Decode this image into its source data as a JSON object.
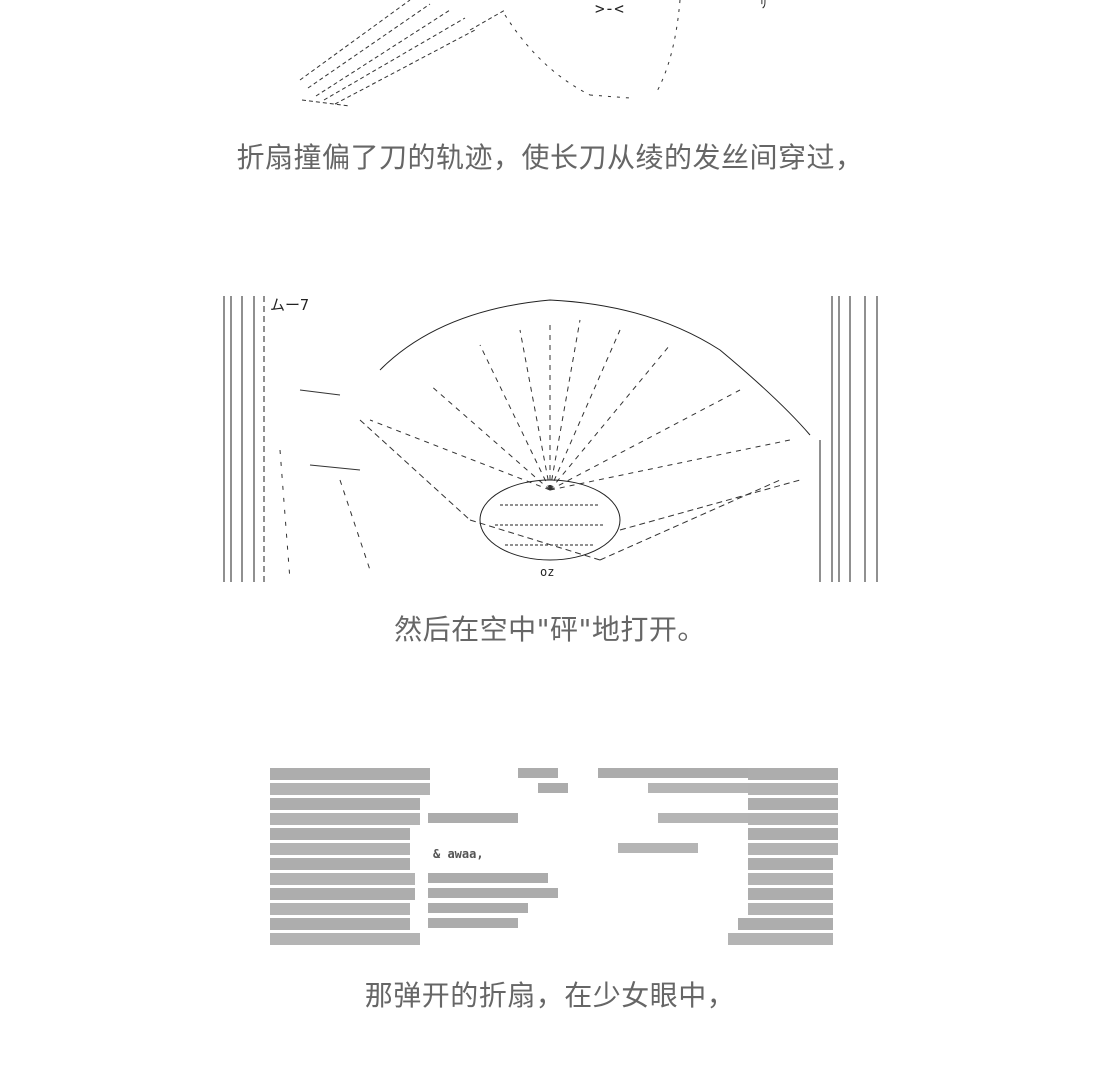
{
  "captions": {
    "line1": "折扇撞偏了刀的轨迹，使长刀从绫的发丝间穿过，",
    "line2": "然后在空中\"砰\"地打开。",
    "line3": "那弹开的折扇，在少女眼中，"
  },
  "art": {
    "panel1_fragment": ">-<",
    "panel2_fragment": "ムー7",
    "panel3_fragment": "& awaa,"
  }
}
